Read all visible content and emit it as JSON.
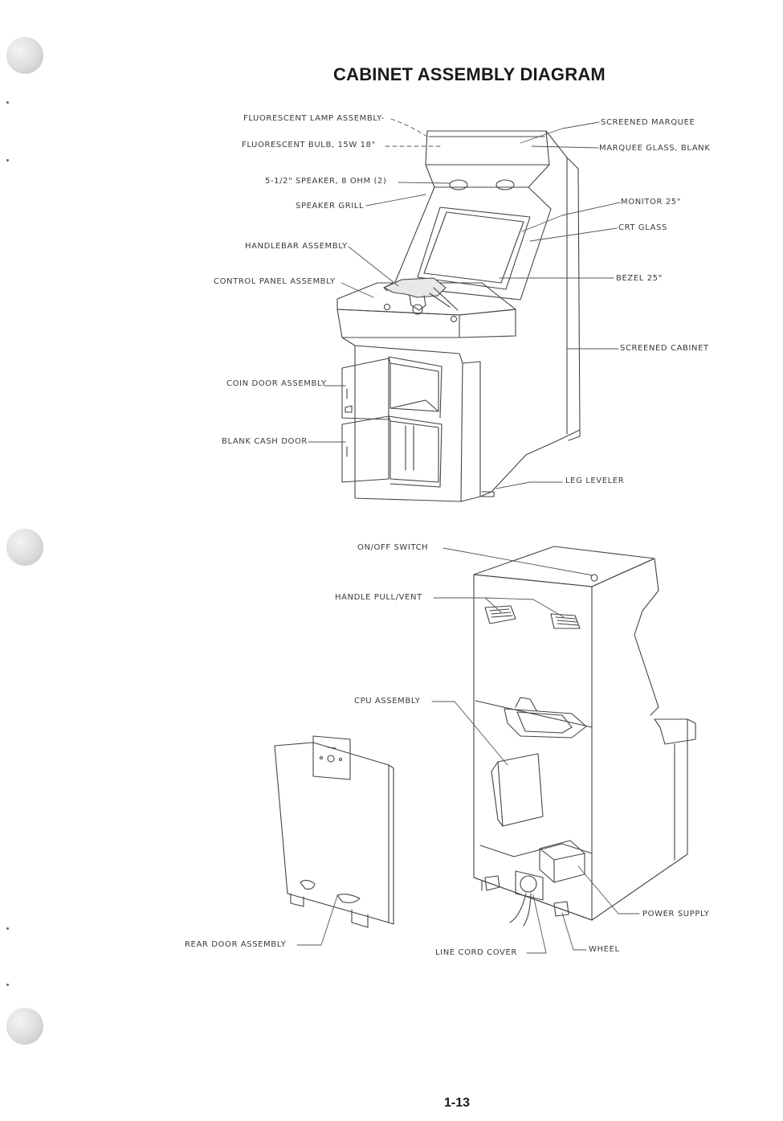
{
  "title": "CABINET ASSEMBLY DIAGRAM",
  "page_number": "1-13",
  "front_labels": {
    "fluorescent_lamp": "FLUORESCENT LAMP ASSEMBLY-",
    "fluorescent_bulb": "FLUORESCENT BULB, 15W 18\"",
    "speaker": "5-1/2\" SPEAKER, 8 OHM (2)",
    "speaker_grill": "SPEAKER GRILL",
    "handlebar": "HANDLEBAR ASSEMBLY",
    "control_panel": "CONTROL PANEL ASSEMBLY",
    "coin_door": "COIN DOOR ASSEMBLY",
    "cash_door": "BLANK CASH DOOR",
    "screened_marquee": "SCREENED MARQUEE",
    "marquee_glass": "MARQUEE GLASS, BLANK",
    "monitor": "MONITOR 25\"",
    "crt_glass": "CRT GLASS",
    "bezel": "BEZEL 25\"",
    "screened_cabinet": "SCREENED CABINET",
    "leg_leveler": "LEG LEVELER"
  },
  "rear_labels": {
    "onoff_switch": "ON/OFF SWITCH",
    "handle_pull": "HANDLE PULL/VENT",
    "cpu": "CPU ASSEMBLY",
    "rear_door": "REAR DOOR ASSEMBLY",
    "line_cord": "LINE CORD COVER",
    "wheel": "WHEEL",
    "power_supply": "POWER SUPPLY"
  }
}
